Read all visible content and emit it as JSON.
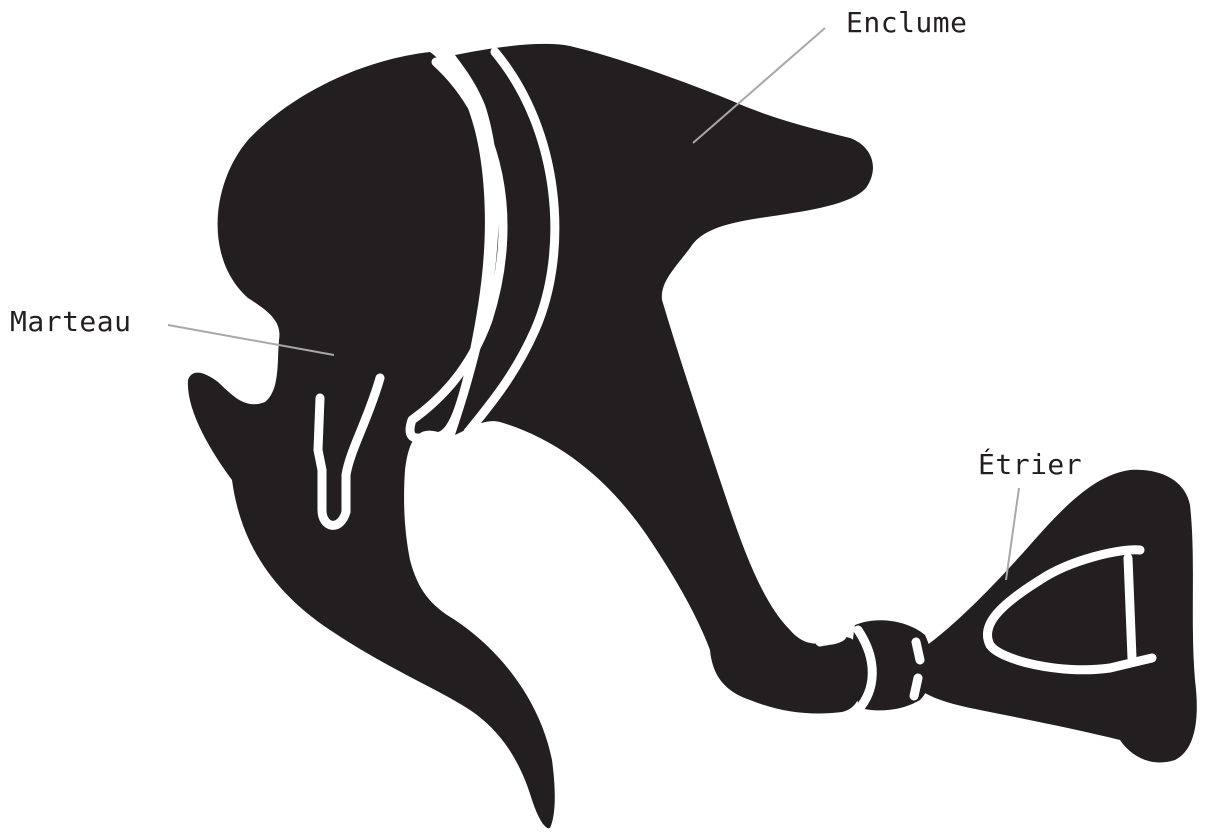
{
  "labels": {
    "enclume": "Enclume",
    "marteau": "Marteau",
    "etrier": "Étrier"
  },
  "colors": {
    "bone": "#231f20",
    "background": "#ffffff",
    "leader": "#a8a8a8",
    "text": "#231f20"
  },
  "icons": {
    "malleus": "malleus-bone-icon",
    "incus": "incus-bone-icon",
    "stapes": "stapes-bone-icon"
  }
}
